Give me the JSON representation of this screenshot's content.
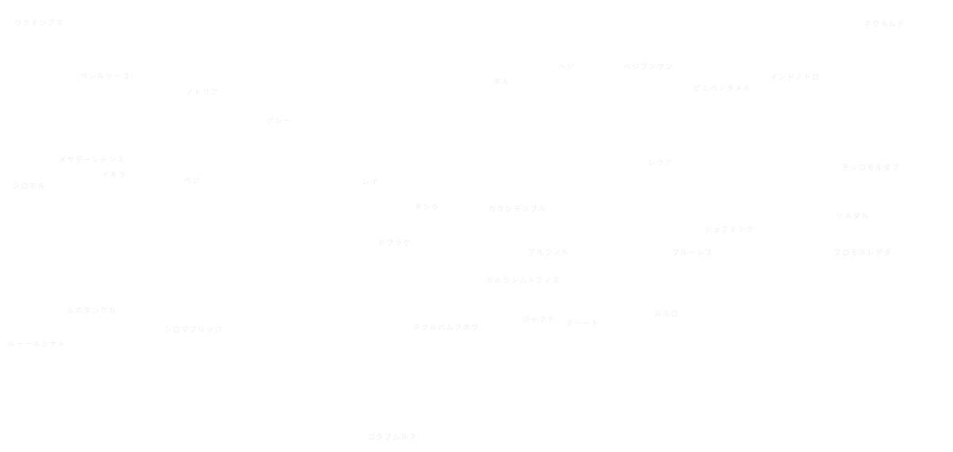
{
  "colors": {
    "background": "#ffffff",
    "text": "#eeeeee"
  },
  "words": [
    {
      "id": "w01",
      "text": "ワクチンブス"
    },
    {
      "id": "w02",
      "text": "ネクルムデ"
    },
    {
      "id": "w03",
      "text": "ペンルリーコ"
    },
    {
      "id": "w04",
      "text": "ノトリア"
    },
    {
      "id": "w05",
      "text": "ダル"
    },
    {
      "id": "w06",
      "text": "ヘジ"
    },
    {
      "id": "w07",
      "text": "ペジブンウン"
    },
    {
      "id": "w08",
      "text": "ピニペンタメル"
    },
    {
      "id": "w09",
      "text": "インドノトロ"
    },
    {
      "id": "w10",
      "text": "グレー"
    },
    {
      "id": "w11",
      "text": "メサデーレドンス"
    },
    {
      "id": "w12",
      "text": "イキラ"
    },
    {
      "id": "w13",
      "text": "シロホル"
    },
    {
      "id": "w14",
      "text": "ベジ"
    },
    {
      "id": "w15",
      "text": "レイ"
    },
    {
      "id": "w16",
      "text": "レクア"
    },
    {
      "id": "w17",
      "text": "デンロモルダブ"
    },
    {
      "id": "w18",
      "text": "デンク"
    },
    {
      "id": "w19",
      "text": "カクシモジブル"
    },
    {
      "id": "w20",
      "text": "ツルダル"
    },
    {
      "id": "w21",
      "text": "ジョフィング"
    },
    {
      "id": "w22",
      "text": "ドブラク"
    },
    {
      "id": "w23",
      "text": "アルフノル"
    },
    {
      "id": "w24",
      "text": "ブルーレス"
    },
    {
      "id": "w25",
      "text": "ブロモルレデダ"
    },
    {
      "id": "w26",
      "text": "ガルランムトフィス"
    },
    {
      "id": "w27",
      "text": "ルホタンクカ"
    },
    {
      "id": "w28",
      "text": "ルルロ"
    },
    {
      "id": "w29",
      "text": "ンロマプリッジ"
    },
    {
      "id": "w30",
      "text": "ネクルパムクホウ"
    },
    {
      "id": "w31",
      "text": "ジャフテ"
    },
    {
      "id": "w32",
      "text": "ミーート"
    },
    {
      "id": "w33",
      "text": "ルーールンナト"
    },
    {
      "id": "w34",
      "text": "ゴタフムルス"
    }
  ]
}
